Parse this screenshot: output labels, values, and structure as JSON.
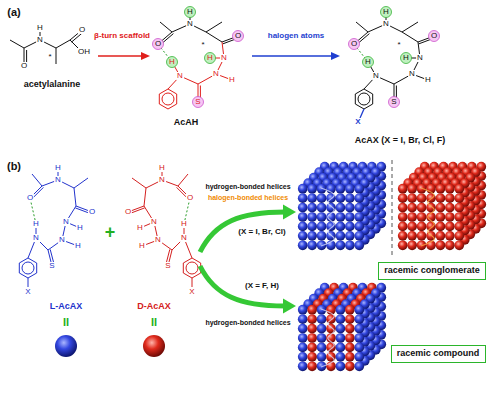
{
  "diagram": {
    "nodes": [
      {
        "text": [
          "racemic conglomerate"
        ]
      },
      {
        "text": [
          "racemic compound"
        ]
      }
    ],
    "labels": [
      "(a)",
      "H",
      "N",
      "O",
      "*",
      "O",
      "OH",
      "acetylalanine",
      "β-turn scaffold",
      "H",
      "N",
      "O",
      "*",
      "O",
      "N",
      "H",
      "H",
      "N",
      "H",
      "N",
      "S",
      "AcAH",
      "halogen atoms",
      "H",
      "N",
      "O",
      "*",
      "O",
      "N",
      "H",
      "H",
      "N",
      "H",
      "N",
      "S",
      "X",
      "AcAX (X = I, Br, Cl, F)",
      "(b)",
      "H",
      "N",
      "O",
      "O",
      "N",
      "H",
      "H",
      "N",
      "H",
      "N",
      "S",
      "X",
      "L-AcAX",
      "+",
      "H",
      "N",
      "O",
      "O",
      "N",
      "H",
      "H",
      "N",
      "H",
      "N",
      "S",
      "X",
      "D-AcAX",
      "II",
      "II",
      "hydrogen-bonded helices",
      "halogen-bonded helices",
      "(X = I, Br, Cl)",
      "(X = F, H)",
      "hydrogen-bonded helices"
    ]
  }
}
